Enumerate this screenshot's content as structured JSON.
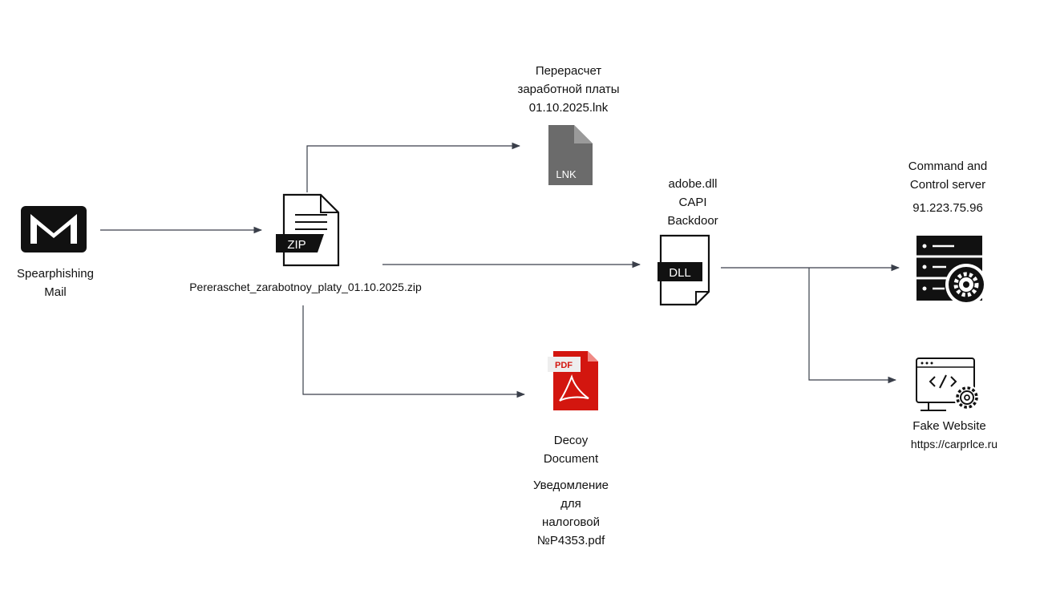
{
  "nodes": {
    "mail": {
      "lines": [
        "Spearphishing",
        "Mail"
      ]
    },
    "zip": {
      "badge": "ZIP",
      "label": "Pereraschet_zarabotnoy_platy_01.10.2025.zip"
    },
    "lnk": {
      "badge": "LNK",
      "lines": [
        "Перерасчет",
        "заработной платы",
        "01.10.2025.lnk"
      ]
    },
    "pdf": {
      "badge": "PDF",
      "lines": [
        "Decoy",
        "Document"
      ],
      "filename_lines": [
        "Уведомление",
        "для",
        "налоговой",
        "№P4353.pdf"
      ]
    },
    "dll": {
      "badge": "DLL",
      "lines": [
        "adobe.dll",
        "CAPI",
        "Backdoor"
      ]
    },
    "c2": {
      "lines": [
        "Command and",
        "Control server"
      ],
      "ip": "91.223.75.96"
    },
    "site": {
      "lines": [
        "Fake Website"
      ],
      "url": "https://carprlce.ru"
    }
  },
  "colors": {
    "edge": "#3a3f4a",
    "lnk_fill": "#6b6b6b",
    "pdf_fill": "#d3160f",
    "icon_dark": "#111111"
  }
}
